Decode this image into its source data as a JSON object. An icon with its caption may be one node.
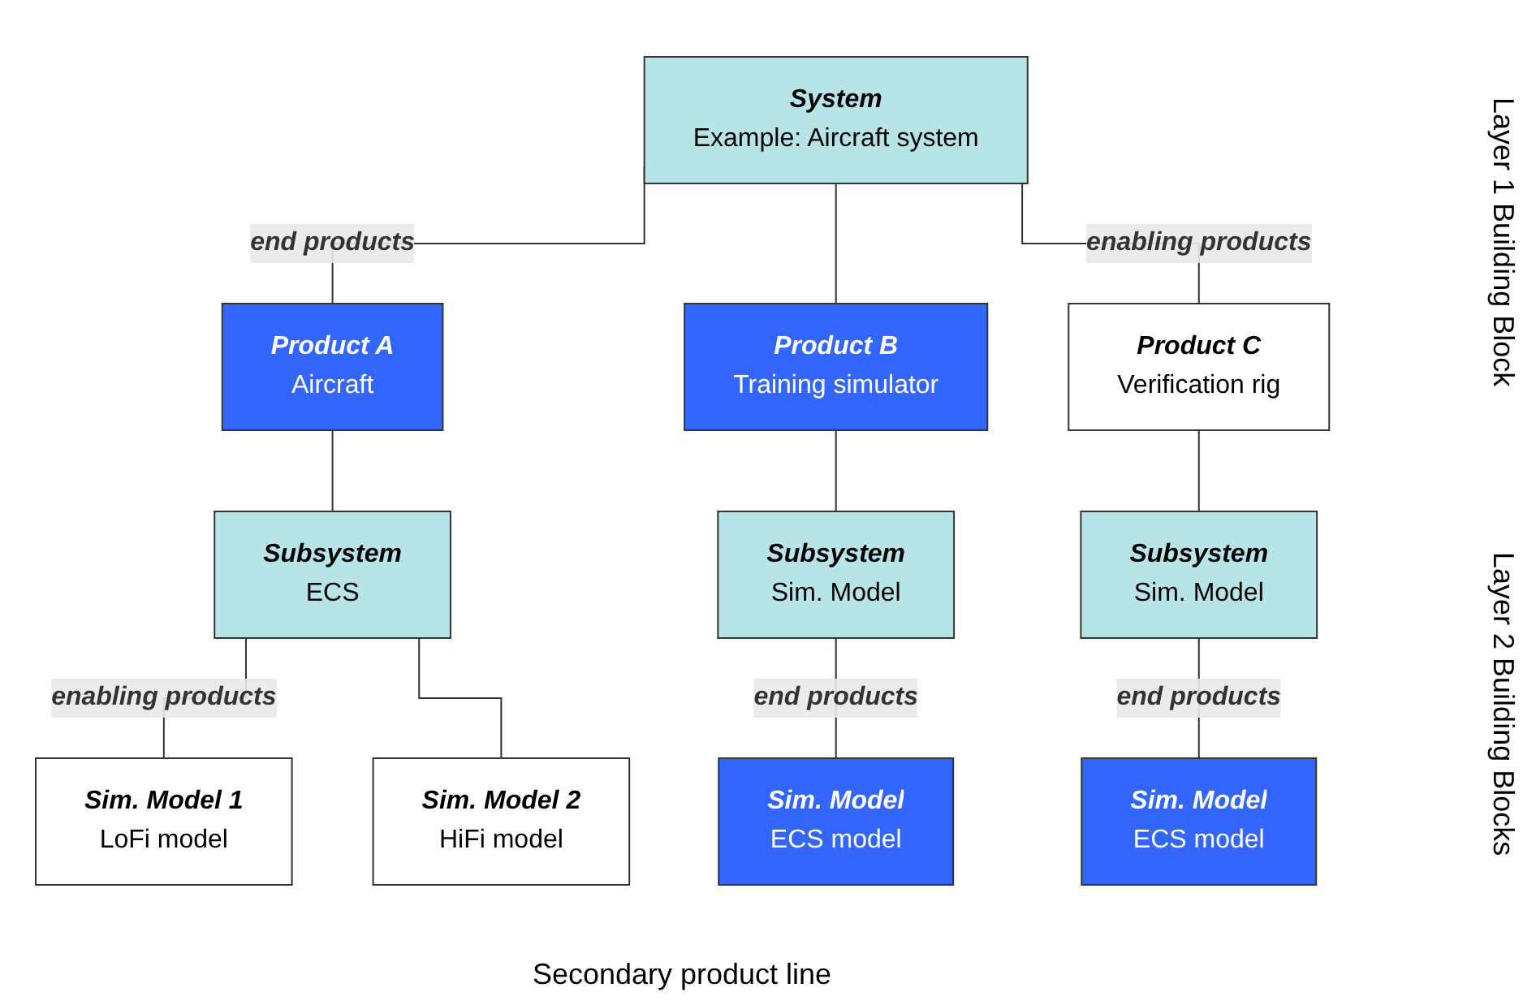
{
  "diagram": {
    "nodes": [
      {
        "text": [
          "System",
          "Example: Aircraft system"
        ]
      },
      {
        "text": [
          "Product A",
          "Aircraft"
        ]
      },
      {
        "text": [
          "Product B",
          "Training simulator"
        ]
      },
      {
        "text": [
          "Product C",
          "Verification rig"
        ]
      },
      {
        "text": [
          "Subsystem",
          "ECS"
        ]
      },
      {
        "text": [
          "Subsystem",
          "Sim. Model"
        ]
      },
      {
        "text": [
          "Subsystem",
          "Sim. Model"
        ]
      },
      {
        "text": [
          "Sim. Model 1",
          "LoFi model"
        ]
      },
      {
        "text": [
          "Sim. Model 2",
          "HiFi model"
        ]
      },
      {
        "text": [
          "Sim. Model",
          "ECS model"
        ]
      },
      {
        "text": [
          "Sim. Model",
          "ECS model"
        ]
      }
    ],
    "edges": [
      {
        "from": 0,
        "to": 1,
        "arrow": "none",
        "label": "end products"
      },
      {
        "from": 0,
        "to": 2,
        "arrow": "none"
      },
      {
        "from": 0,
        "to": 3,
        "arrow": "none",
        "label": "enabling products"
      },
      {
        "from": 1,
        "to": 4,
        "arrow": "none"
      },
      {
        "from": 2,
        "to": 5,
        "arrow": "none"
      },
      {
        "from": 3,
        "to": 6,
        "arrow": "none"
      },
      {
        "from": 4,
        "to": 7,
        "arrow": "none",
        "label": "enabling products"
      },
      {
        "from": 4,
        "to": 8,
        "arrow": "none"
      },
      {
        "from": 5,
        "to": 9,
        "arrow": "none",
        "label": "end products"
      },
      {
        "from": 6,
        "to": 10,
        "arrow": "none",
        "label": "end products"
      }
    ],
    "labels": [
      "Layer 1 Building Block",
      "Layer 2 Building Blocks",
      "Secondary product line"
    ]
  }
}
